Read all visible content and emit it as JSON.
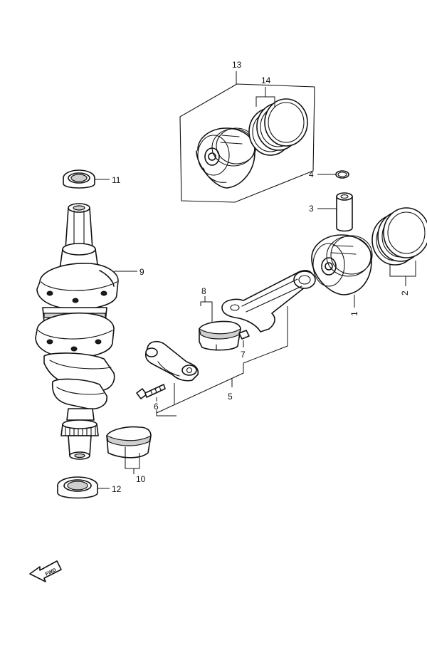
{
  "callouts": {
    "c1": "1",
    "c2": "2",
    "c3": "3",
    "c4": "4",
    "c5": "5",
    "c6": "6",
    "c7": "7",
    "c8": "8",
    "c9": "9",
    "c10": "10",
    "c11": "11",
    "c12": "12",
    "c13": "13",
    "c14": "14"
  },
  "fwd_label": "FWD",
  "fwd_icon": "forward-arrow-icon"
}
